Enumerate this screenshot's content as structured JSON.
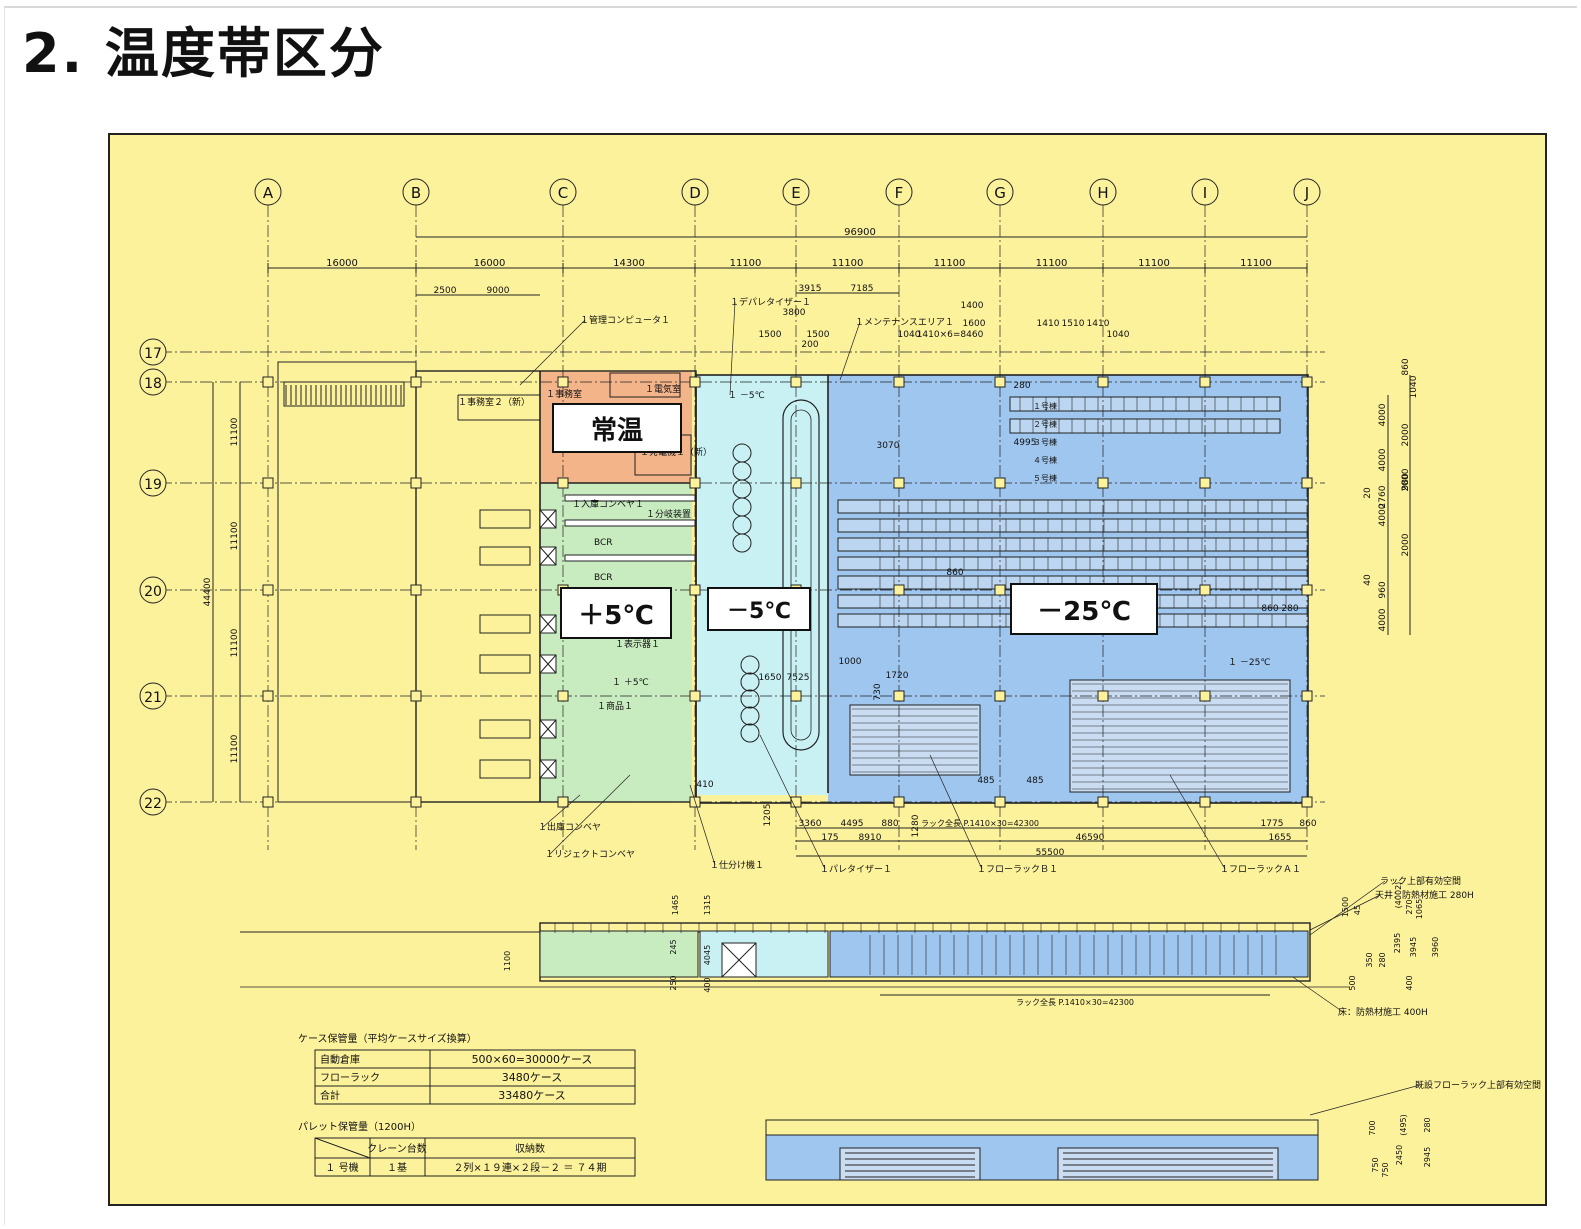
{
  "page_title": "2. 温度帯区分",
  "colors": {
    "background": "#fdf29c",
    "ambient": "#f4b48a",
    "plus5": "#c8ecc0",
    "minus5": "#c9f1f4",
    "minus25": "#9fc6ef",
    "line": "#222222"
  },
  "grid": {
    "columns": [
      "A",
      "B",
      "C",
      "D",
      "E",
      "F",
      "G",
      "H",
      "I",
      "J"
    ],
    "rows": [
      "17",
      "18",
      "19",
      "20",
      "21",
      "22"
    ]
  },
  "dimensions": {
    "total_width": "96900",
    "segments": [
      "16000",
      "16000",
      "14300",
      "11100",
      "11100",
      "11100",
      "11100",
      "11100",
      "11100"
    ],
    "sub": [
      "2500",
      "9000",
      "3915",
      "7185",
      "3800",
      "1500",
      "1500",
      "200",
      "1400",
      "1600",
      "1040",
      "1410×6=8460",
      "1410",
      "1510",
      "1410",
      "1040",
      "3070",
      "4995",
      "280"
    ],
    "row_spans": [
      "11100",
      "11100",
      "11100",
      "11100"
    ],
    "total_height": "44400",
    "right": [
      "4000",
      "2000",
      "4000",
      "2000",
      "4000",
      "2000",
      "4000",
      "860",
      "1040",
      "980",
      "2760",
      "40",
      "960",
      "20"
    ],
    "bottom": [
      "3360",
      "4495",
      "880",
      "1280",
      "175",
      "8910",
      "1775",
      "1655",
      "860",
      "46590",
      "55500"
    ],
    "rack_total_plan": "ラック全長 P.1410×30=42300",
    "rack_total_section": "ラック全長 P.1410×30=42300",
    "section": [
      "1465",
      "1315",
      "1100",
      "4045",
      "250",
      "400",
      "245",
      "1500",
      "45",
      "350",
      "280",
      "2395",
      "3945",
      "400",
      "500",
      "3960",
      "270",
      "1065",
      "(4002)"
    ],
    "detail": [
      "700",
      "750",
      "2450",
      "(495)",
      "280",
      "2945",
      "750"
    ],
    "misc": [
      "1205",
      "1000",
      "1720",
      "730",
      "485",
      "485",
      "410",
      "860",
      "280",
      "860",
      "7525",
      "1650"
    ]
  },
  "zones": {
    "ambient": "常温",
    "plus5": "＋5℃",
    "minus5": "－5℃",
    "minus25": "－25℃"
  },
  "annotations": {
    "kanri_computer": "１管理コンピュータ１",
    "jimushitsu2": "１事務室２（新）",
    "jimushitsu": "１事務室",
    "denkishitsu": "１電気室",
    "hatsudenki": "１発電機１（新）",
    "depalletizer": "１デパレタイザー１",
    "maintenance": "１メンテナンスエリア１",
    "nyuko_conveyor": "１入庫コンベヤ１",
    "bunki": "１分岐装置",
    "bcr1": "BCR",
    "bcr2": "BCR",
    "hyoji": "１表示器１",
    "minus5_small": "１ －5℃",
    "plus5_small": "１ ＋5℃",
    "minus25_small": "１ －25℃",
    "shoko": "１商品１",
    "shukko_conveyor": "１出庫コンベヤ",
    "reject_conveyor": "１リジェクトコンベヤ",
    "shiwake": "１仕分け機１",
    "palletizer": "１パレタイザー１",
    "flow_rack_b": "１フローラックＢ１",
    "flow_rack_a": "１フローラックＡ１",
    "ceiling": "天井：防熱材施工 280H",
    "rack_top": "ラック上部有効空間",
    "floor": "床：防熱材施工 400H",
    "flow_rack_top": "既設フローラック上部有効空間",
    "aisles": [
      "１号棟",
      "２号棟",
      "３号棟",
      "４号棟",
      "５号棟"
    ]
  },
  "case_storage": {
    "title": "ケース保管量（平均ケースサイズ換算）",
    "rows": [
      {
        "label": "自動倉庫",
        "value": "500×60=30000ケース"
      },
      {
        "label": "フローラック",
        "value": "3480ケース"
      },
      {
        "label": "合計",
        "value": "33480ケース"
      }
    ]
  },
  "pallet_storage": {
    "title": "パレット保管量（1200H）",
    "headers": [
      "クレーン台数",
      "収納数"
    ],
    "rows": [
      {
        "label": "１ 号機",
        "cranes": "１基",
        "capacity": "２列×１９連×２段－２ ＝ ７４期"
      }
    ]
  }
}
